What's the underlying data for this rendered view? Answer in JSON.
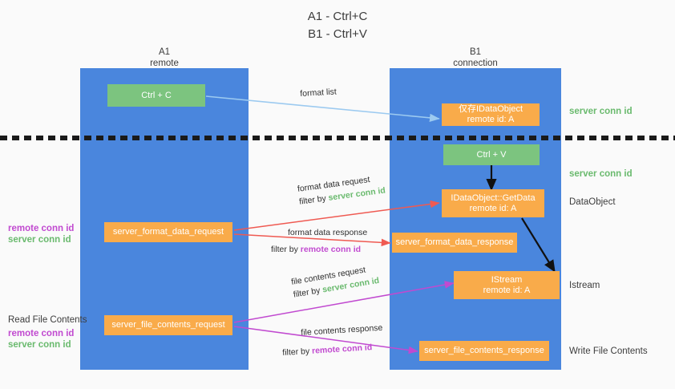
{
  "header": {
    "line1": "A1 - Ctrl+C",
    "line2": "B1 - Ctrl+V"
  },
  "lanes": [
    {
      "id": "a1",
      "title": "A1",
      "subtitle": "remote"
    },
    {
      "id": "b1",
      "title": "B1",
      "subtitle": "connection"
    }
  ],
  "nodes": {
    "ctrl_c": {
      "label": "Ctrl + C"
    },
    "ctrl_v": {
      "label": "Ctrl + V"
    },
    "idataobject_cn": {
      "line1": "仅存IDataObject",
      "line2": "remote id: A"
    },
    "getdata": {
      "line1": "IDataObject::GetData",
      "line2": "remote id: A"
    },
    "istream": {
      "line1": "IStream",
      "line2": "remote id: A"
    },
    "server_format_data_request": {
      "label": "server_format_data_request"
    },
    "server_format_data_response": {
      "label": "server_format_data_response"
    },
    "server_file_contents_request": {
      "label": "server_file_contents_request"
    },
    "server_file_contents_response": {
      "label": "server_file_contents_response"
    }
  },
  "edges": {
    "format_list": "format list",
    "format_data_request": "format data request",
    "format_data_request_filter_prefix": "filter by ",
    "format_data_request_filter_key": "server conn id",
    "format_data_response": "format data response",
    "format_data_response_filter_prefix": "filter by ",
    "format_data_response_filter_key": "remote conn id",
    "file_contents_request": "file contents request",
    "file_contents_request_filter_prefix": "filter by ",
    "file_contents_request_filter_key": "server conn id",
    "file_contents_response": "file contents response",
    "file_contents_response_filter_prefix": "filter by ",
    "file_contents_response_filter_key": "remote conn id"
  },
  "annotations": {
    "right_server_conn_id_top": "server conn id",
    "right_server_conn_id_mid": "server conn id",
    "right_dataobject": "DataObject",
    "right_istream": "Istream",
    "right_write_file_contents": "Write File Contents",
    "left_remote_conn_id_1": "remote conn id",
    "left_server_conn_id_1": "server conn id",
    "left_read_file_contents": "Read File Contents",
    "left_remote_conn_id_2": "remote conn id",
    "left_server_conn_id_2": "server conn id"
  },
  "colors": {
    "lane": "#4a86dd",
    "node_orange": "#f9ab4a",
    "node_green": "#7cc47f",
    "accent_green": "#6aba6e",
    "accent_magenta": "#c14ad0",
    "wire_lightblue": "#9ccaf0",
    "wire_red": "#ef5a52",
    "wire_magenta": "#c14ad0",
    "wire_black": "#111111",
    "background": "#fafafa"
  }
}
